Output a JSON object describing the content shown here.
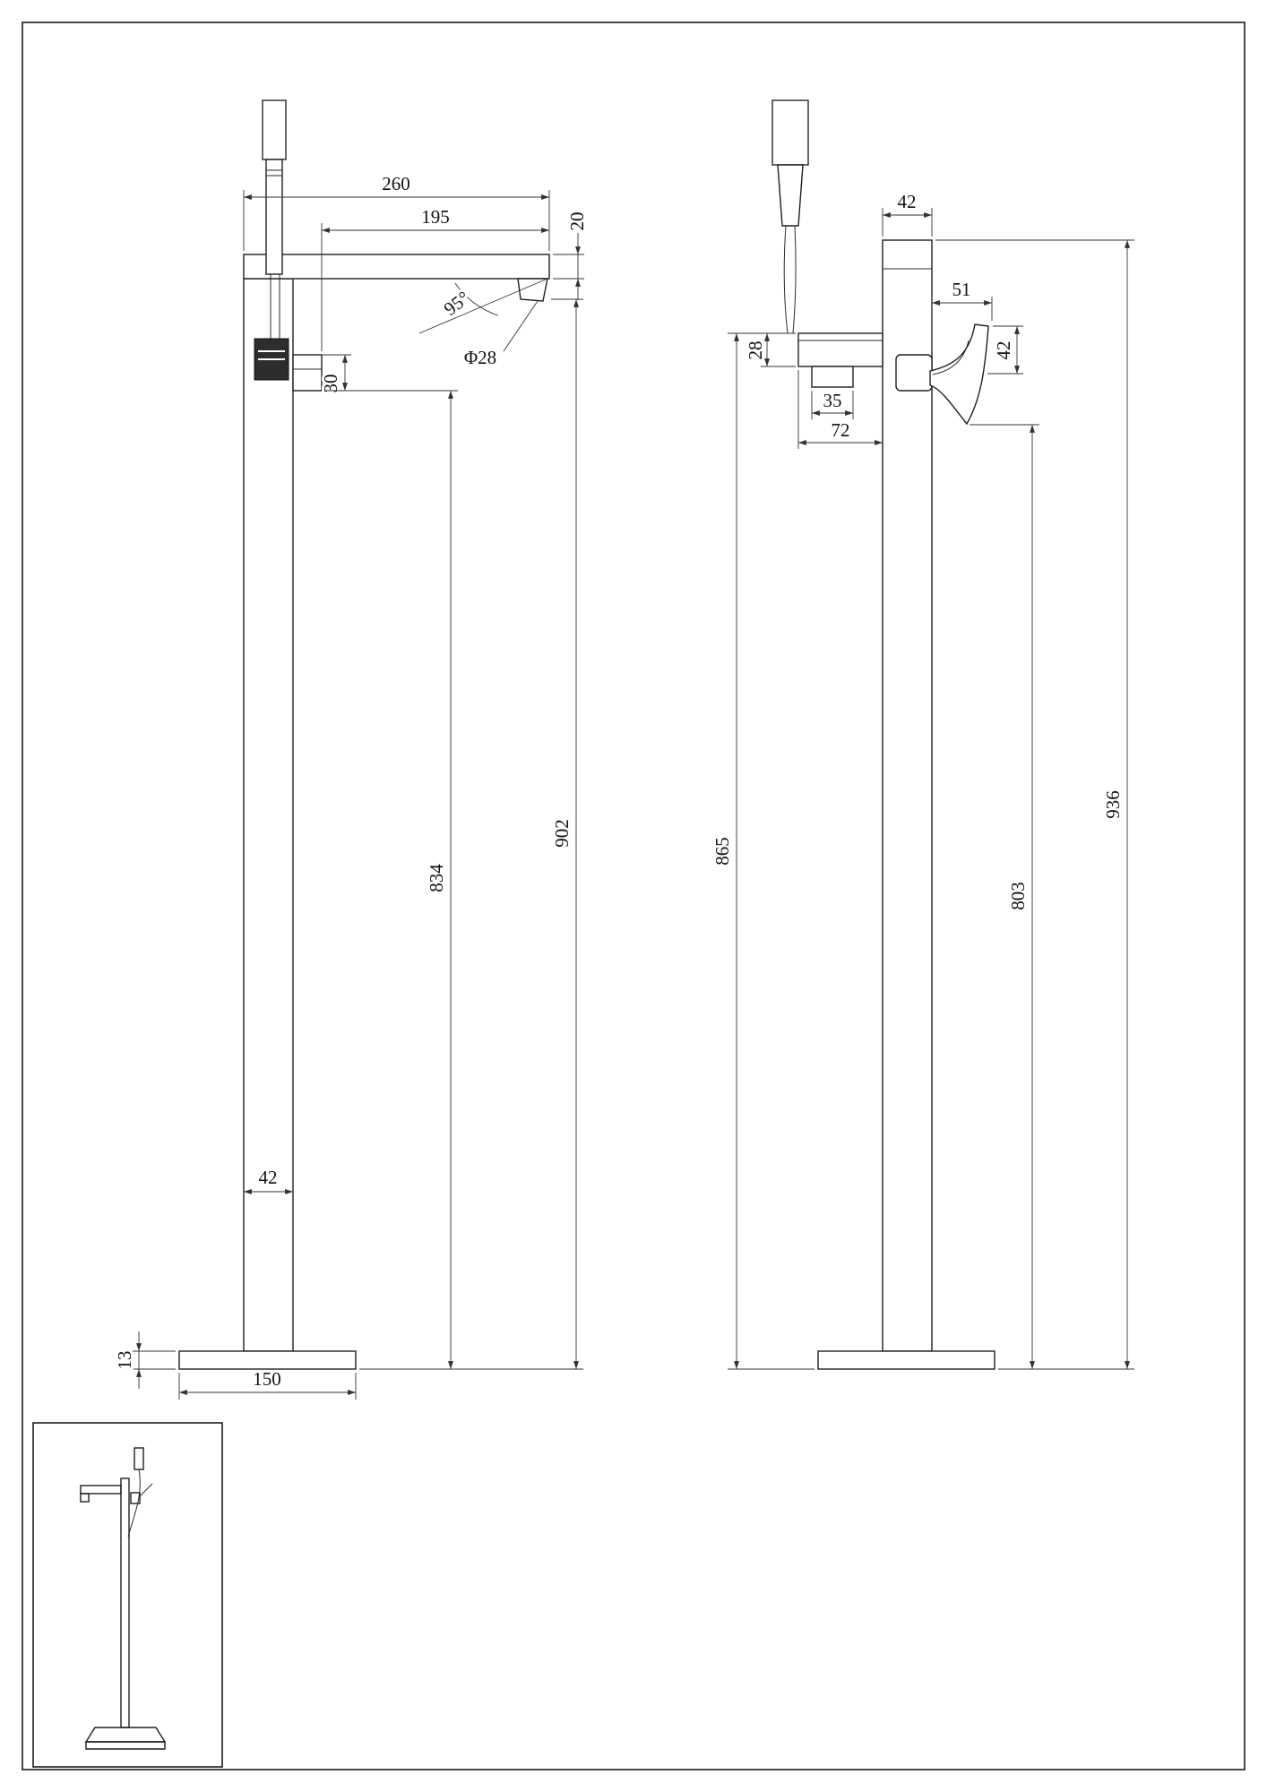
{
  "drawing": {
    "front_view": {
      "dim_spout_reach": "260",
      "dim_spout_reach_to_outlet": "195",
      "dim_spout_thickness": "20",
      "dim_spout_angle": "95°",
      "dim_spout_diameter": "Φ28",
      "dim_outlet_height": "30",
      "dim_column_width": "42",
      "dim_floor_to_spout": "902",
      "dim_floor_to_outlet": "834",
      "dim_base_thickness": "13",
      "dim_base_width": "150"
    },
    "side_view": {
      "dim_column_depth": "42",
      "dim_handle_reach": "51",
      "dim_handle_height": "42",
      "dim_cradle_height": "28",
      "dim_cradle_nozzle": "35",
      "dim_cradle_depth": "72",
      "dim_floor_to_cradle": "865",
      "dim_floor_to_handle": "803",
      "dim_overall_height": "936"
    }
  }
}
